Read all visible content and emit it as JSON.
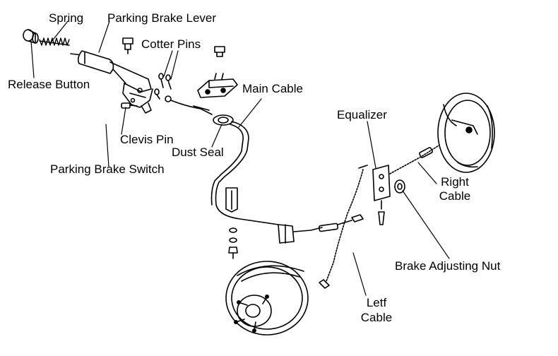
{
  "diagram": {
    "labels": {
      "spring": "Spring",
      "parking_brake_lever": "Parking Brake Lever",
      "cotter_pins": "Cotter Pins",
      "release_button": "Release Button",
      "main_cable": "Main Cable",
      "equalizer": "Equalizer",
      "clevis_pin": "Clevis Pin",
      "dust_seal": "Dust Seal",
      "right_cable_line1": "Right",
      "right_cable_line2": "Cable",
      "parking_brake_switch": "Parking Brake Switch",
      "brake_adjusting_nut": "Brake Adjusting Nut",
      "left_cable_line1": "Letf",
      "left_cable_line2": "Cable"
    },
    "colors": {
      "ink": "#000000",
      "paper": "#ffffff"
    }
  }
}
